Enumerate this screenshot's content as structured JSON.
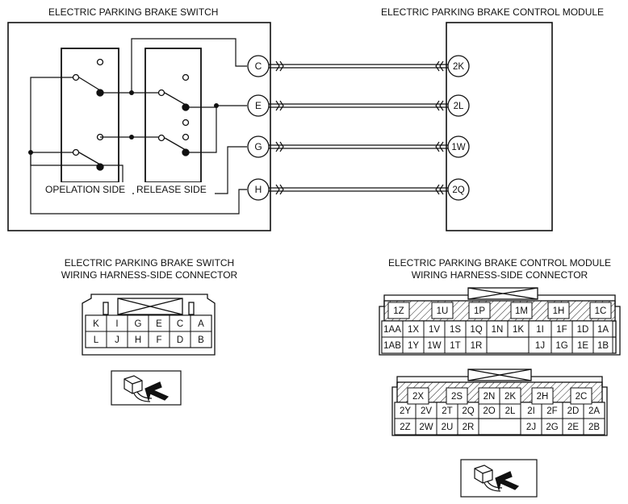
{
  "titles": {
    "switch": "ELECTRIC PARKING BRAKE SWITCH",
    "module": "ELECTRIC PARKING BRAKE CONTROL MODULE",
    "switch_connector_1": "ELECTRIC PARKING BRAKE SWITCH",
    "switch_connector_2": "WIRING HARNESS-SIDE CONNECTOR",
    "module_connector_1": "ELECTRIC PARKING BRAKE CONTROL MODULE",
    "module_connector_2": "WIRING HARNESS-SIDE CONNECTOR"
  },
  "sides": {
    "operation": "OPELATION SIDE",
    "release": "RELEASE SIDE"
  },
  "switch_terminals": [
    "C",
    "E",
    "G",
    "H"
  ],
  "module_terminals": [
    "2K",
    "2L",
    "1W",
    "2Q"
  ],
  "switch_connector": {
    "row1": [
      "K",
      "I",
      "G",
      "E",
      "C",
      "A"
    ],
    "row2": [
      "L",
      "J",
      "H",
      "F",
      "D",
      "B"
    ]
  },
  "module_connector_1": {
    "top": [
      "1Z",
      "1U",
      "1P",
      "1M",
      "1H",
      "1C"
    ],
    "row1": [
      "1AA",
      "1X",
      "1V",
      "1S",
      "1Q",
      "1N",
      "1K",
      "1I",
      "1F",
      "1D",
      "1A"
    ],
    "row2": [
      "1AB",
      "1Y",
      "1W",
      "1T",
      "1R",
      "1J",
      "1G",
      "1E",
      "1B"
    ]
  },
  "module_connector_2": {
    "top": [
      "2X",
      "2S",
      "2N",
      "2K",
      "2H",
      "2C"
    ],
    "row1": [
      "2Y",
      "2V",
      "2T",
      "2Q",
      "2O",
      "2L",
      "2I",
      "2F",
      "2D",
      "2A"
    ],
    "row2": [
      "2Z",
      "2W",
      "2U",
      "2R",
      "2J",
      "2G",
      "2E",
      "2B"
    ]
  }
}
